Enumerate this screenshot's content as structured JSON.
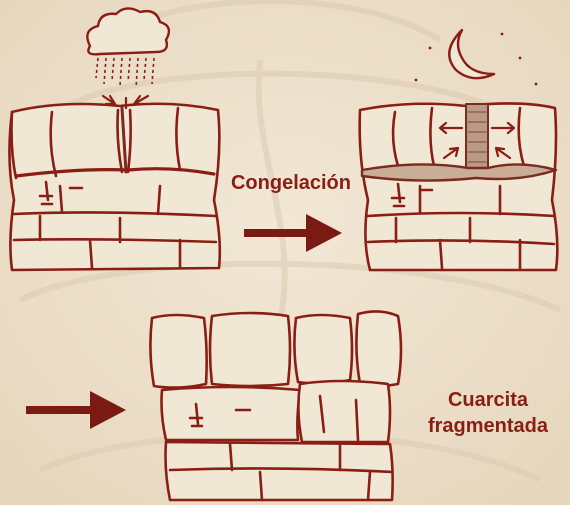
{
  "labels": {
    "freezing": "Congelación",
    "result_line1": "Cuarcita",
    "result_line2": "fragmentada"
  },
  "colors": {
    "background": "#efe3cf",
    "ink": "#8a1d14",
    "water": "#7a2a1e"
  },
  "icons": [
    "rain-cloud-icon",
    "crescent-moon-icon",
    "arrow-right-icon"
  ]
}
